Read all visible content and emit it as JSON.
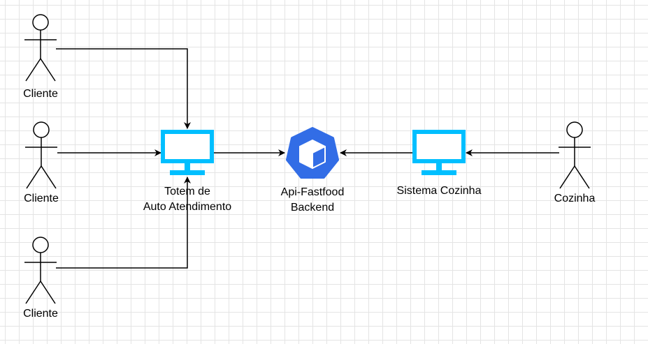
{
  "colors": {
    "monitor": "#00bfff",
    "kubernetes": "#326de6",
    "stroke": "#000000"
  },
  "actors": [
    {
      "id": "cliente-1",
      "label": "Cliente",
      "icon": "actor-icon"
    },
    {
      "id": "cliente-2",
      "label": "Cliente",
      "icon": "actor-icon"
    },
    {
      "id": "cliente-3",
      "label": "Cliente",
      "icon": "actor-icon"
    },
    {
      "id": "cozinha",
      "label": "Cozinha",
      "icon": "actor-icon"
    }
  ],
  "nodes": {
    "totem": {
      "line1": "Totem de",
      "line2": "Auto Atendimento",
      "icon": "monitor-icon"
    },
    "api": {
      "line1": "Api-Fastfood",
      "line2": "Backend",
      "icon": "kubernetes-icon"
    },
    "sistema": {
      "label": "Sistema Cozinha",
      "icon": "monitor-icon"
    }
  },
  "edges": [
    {
      "from": "cliente-1",
      "to": "totem"
    },
    {
      "from": "cliente-2",
      "to": "totem"
    },
    {
      "from": "cliente-3",
      "to": "totem"
    },
    {
      "from": "totem",
      "to": "api"
    },
    {
      "from": "sistema",
      "to": "api"
    },
    {
      "from": "cozinha",
      "to": "sistema"
    }
  ]
}
